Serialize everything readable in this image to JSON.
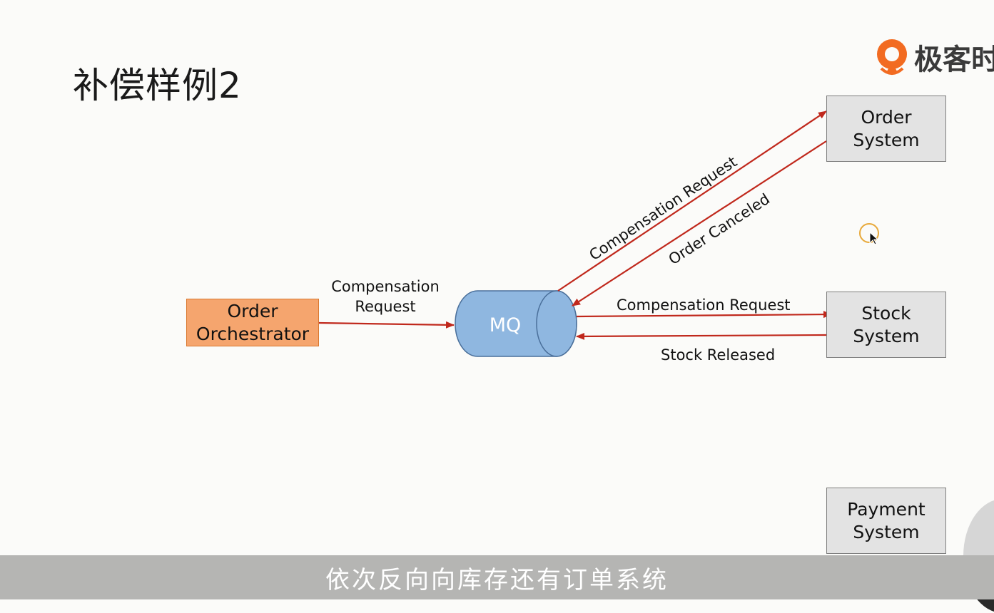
{
  "title": "补偿样例2",
  "logo": {
    "text": "极客时",
    "icon": "geektime-logo-icon",
    "accent": "#f26b21"
  },
  "nodes": {
    "order_orchestrator": "Order\nOrchestrator",
    "mq": "MQ",
    "order_system": "Order\nSystem",
    "stock_system": "Stock\nSystem",
    "payment_system": "Payment\nSystem"
  },
  "edges": {
    "orchestrator_to_mq": {
      "line1": "Compensation",
      "line2": "Request"
    },
    "mq_to_order": "Compensation Request",
    "order_to_mq": "Order Canceled",
    "mq_to_stock": "Compensation Request",
    "stock_to_mq": "Stock Released"
  },
  "colors": {
    "orchestrator_fill": "#f5a56e",
    "mq_fill": "#8fb7e0",
    "system_fill": "#e3e3e3",
    "arrow": "#c0281c"
  },
  "subtitle": "依次反向向库存还有订单系统"
}
